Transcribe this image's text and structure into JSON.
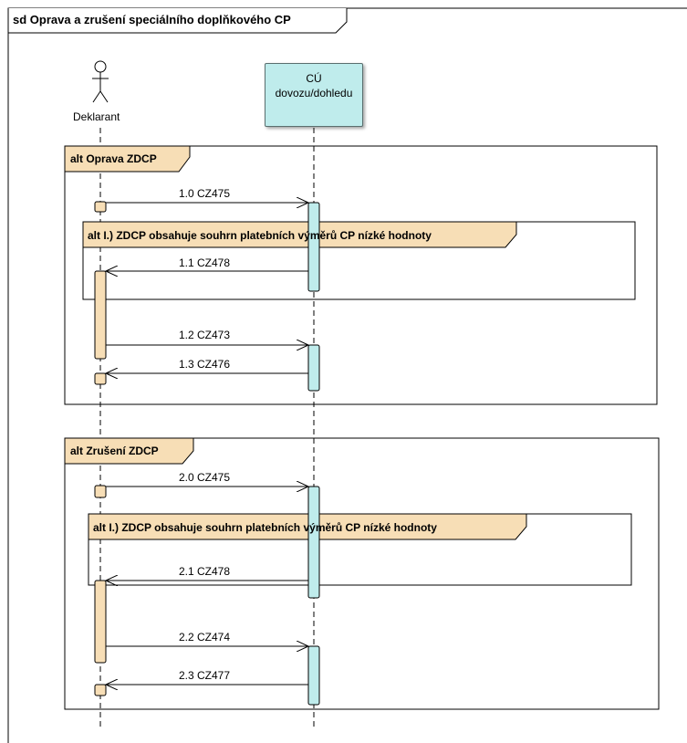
{
  "frame": {
    "title": "sd Oprava a zrušení speciálního doplňkového CP"
  },
  "participants": {
    "actor": {
      "name": "Deklarant",
      "icon": "stick-figure-icon"
    },
    "system": {
      "line1": "CÚ",
      "line2": "dovozu/dohledu"
    }
  },
  "fragments": [
    {
      "label": "alt Oprava ZDCP"
    },
    {
      "label": "alt I.)  ZDCP obsahuje souhrn platebních výměrů CP nízké hodnoty"
    },
    {
      "label": "alt Zrušení ZDCP"
    },
    {
      "label": "alt I.)  ZDCP obsahuje souhrn platebních výměrů CP nízké hodnoty"
    }
  ],
  "messages": [
    {
      "label": "1.0 CZ475",
      "direction": "to-system"
    },
    {
      "label": "1.1 CZ478",
      "direction": "to-actor"
    },
    {
      "label": "1.2 CZ473",
      "direction": "to-system"
    },
    {
      "label": "1.3 CZ476",
      "direction": "to-actor"
    },
    {
      "label": "2.0 CZ475",
      "direction": "to-system"
    },
    {
      "label": "2.1 CZ478",
      "direction": "to-actor"
    },
    {
      "label": "2.2 CZ474",
      "direction": "to-system"
    },
    {
      "label": "2.3 CZ477",
      "direction": "to-actor"
    }
  ],
  "colors": {
    "fragment_tab": "#f7deb6",
    "actor_activation": "#f7deb6",
    "system_activation": "#bfecec",
    "system_box": "#bfecec",
    "line": "#000000"
  }
}
